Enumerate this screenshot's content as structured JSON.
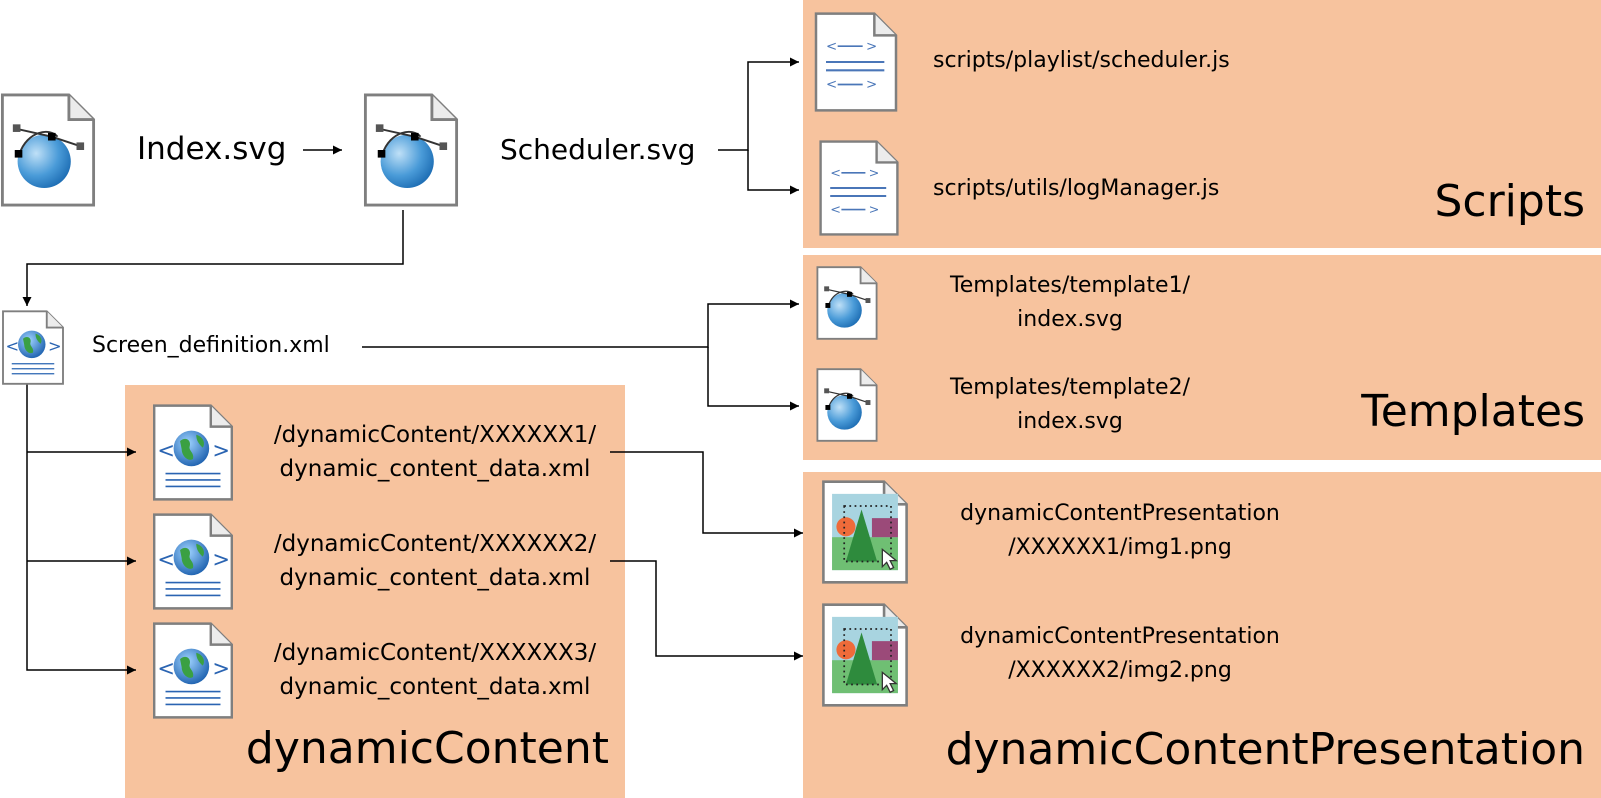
{
  "colors": {
    "panel": "#f7c39e",
    "line": "#000000"
  },
  "nodes": {
    "index": {
      "label": "Index.svg",
      "icon": "svg-file-icon"
    },
    "scheduler": {
      "label": "Scheduler.svg",
      "icon": "svg-file-icon"
    },
    "screen_definition": {
      "label": "Screen_definition.xml",
      "icon": "xml-file-icon"
    }
  },
  "panels": {
    "scripts": {
      "title": "Scripts",
      "items": [
        {
          "label": "scripts/playlist/scheduler.js",
          "icon": "js-file-icon"
        },
        {
          "label": "scripts/utils/logManager.js",
          "icon": "js-file-icon"
        }
      ]
    },
    "templates": {
      "title": "Templates",
      "items": [
        {
          "line1": "Templates/template1/",
          "line2": "index.svg",
          "icon": "svg-file-icon"
        },
        {
          "line1": "Templates/template2/",
          "line2": "index.svg",
          "icon": "svg-file-icon"
        }
      ]
    },
    "dynamic_content": {
      "title": "dynamicContent",
      "items": [
        {
          "line1": "/dynamicContent/XXXXXX1/",
          "line2": "dynamic_content_data.xml",
          "icon": "xml-file-icon"
        },
        {
          "line1": "/dynamicContent/XXXXXX2/",
          "line2": "dynamic_content_data.xml",
          "icon": "xml-file-icon"
        },
        {
          "line1": "/dynamicContent/XXXXXX3/",
          "line2": "dynamic_content_data.xml",
          "icon": "xml-file-icon"
        }
      ]
    },
    "presentation": {
      "title": "dynamicContentPresentation",
      "items": [
        {
          "line1": "dynamicContentPresentation",
          "line2": "/XXXXXX1/img1.png",
          "icon": "image-file-icon"
        },
        {
          "line1": "dynamicContentPresentation",
          "line2": "/XXXXXX2/img2.png",
          "icon": "image-file-icon"
        }
      ]
    }
  }
}
